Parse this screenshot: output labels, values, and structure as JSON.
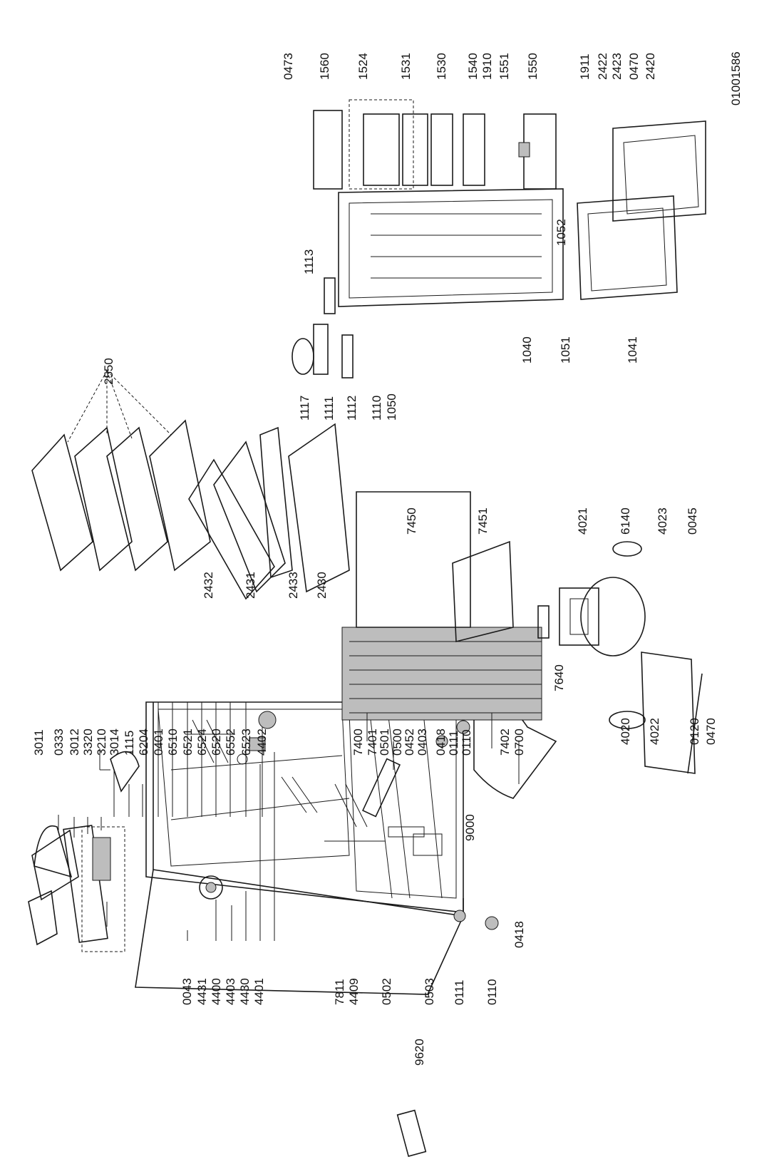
{
  "document_code": "01001586",
  "labels": [
    {
      "id": "l3011",
      "text": "3011"
    },
    {
      "id": "l0333",
      "text": "0333"
    },
    {
      "id": "l3012",
      "text": "3012"
    },
    {
      "id": "l3320",
      "text": "3320"
    },
    {
      "id": "l3210",
      "text": "3210"
    },
    {
      "id": "l3014",
      "text": "3014"
    },
    {
      "id": "l1115",
      "text": "1115"
    },
    {
      "id": "l6204",
      "text": "6204"
    },
    {
      "id": "l0401",
      "text": "0401"
    },
    {
      "id": "l6510",
      "text": "6510"
    },
    {
      "id": "l6521",
      "text": "6521"
    },
    {
      "id": "l6524",
      "text": "6524"
    },
    {
      "id": "l6520",
      "text": "6520"
    },
    {
      "id": "l6552",
      "text": "6552"
    },
    {
      "id": "l6523",
      "text": "6523"
    },
    {
      "id": "l4402",
      "text": "4402"
    },
    {
      "id": "l7400",
      "text": "7400"
    },
    {
      "id": "l7401",
      "text": "7401"
    },
    {
      "id": "l0501",
      "text": "0501"
    },
    {
      "id": "l0500",
      "text": "0500"
    },
    {
      "id": "l0452",
      "text": "0452"
    },
    {
      "id": "l0403",
      "text": "0403"
    },
    {
      "id": "l0418a",
      "text": "0418"
    },
    {
      "id": "l0111a",
      "text": "0111"
    },
    {
      "id": "l0110a",
      "text": "0110"
    },
    {
      "id": "l7402",
      "text": "7402"
    },
    {
      "id": "l0700",
      "text": "0700"
    },
    {
      "id": "l9000",
      "text": "9000"
    },
    {
      "id": "l0418b",
      "text": "0418"
    },
    {
      "id": "l0043",
      "text": "0043"
    },
    {
      "id": "l4431",
      "text": "4431"
    },
    {
      "id": "l4400",
      "text": "4400"
    },
    {
      "id": "l4403",
      "text": "4403"
    },
    {
      "id": "l4430",
      "text": "4430"
    },
    {
      "id": "l4401",
      "text": "4401"
    },
    {
      "id": "l7811",
      "text": "7811"
    },
    {
      "id": "l4409",
      "text": "4409"
    },
    {
      "id": "l0502",
      "text": "0502"
    },
    {
      "id": "l0503",
      "text": "0503"
    },
    {
      "id": "l0111b",
      "text": "0111"
    },
    {
      "id": "l0110b",
      "text": "0110"
    },
    {
      "id": "l9620",
      "text": "9620"
    },
    {
      "id": "l7450",
      "text": "7450"
    },
    {
      "id": "l7451",
      "text": "7451"
    },
    {
      "id": "l4021",
      "text": "4021"
    },
    {
      "id": "l6140",
      "text": "6140"
    },
    {
      "id": "l4023",
      "text": "4023"
    },
    {
      "id": "l0045",
      "text": "0045"
    },
    {
      "id": "l7640",
      "text": "7640"
    },
    {
      "id": "l4020",
      "text": "4020"
    },
    {
      "id": "l4022",
      "text": "4022"
    },
    {
      "id": "l0120",
      "text": "0120"
    },
    {
      "id": "l0470b",
      "text": "0470"
    },
    {
      "id": "l2550",
      "text": "2550"
    },
    {
      "id": "l2432",
      "text": "2432"
    },
    {
      "id": "l2431",
      "text": "2431"
    },
    {
      "id": "l2433",
      "text": "2433"
    },
    {
      "id": "l2430",
      "text": "2430"
    },
    {
      "id": "l1117",
      "text": "1117"
    },
    {
      "id": "l1111",
      "text": "1111"
    },
    {
      "id": "l1112",
      "text": "1112"
    },
    {
      "id": "l1110",
      "text": "1110"
    },
    {
      "id": "l1050",
      "text": "1050"
    },
    {
      "id": "l1113",
      "text": "1113"
    },
    {
      "id": "l1040",
      "text": "1040"
    },
    {
      "id": "l1051",
      "text": "1051"
    },
    {
      "id": "l1041",
      "text": "1041"
    },
    {
      "id": "l1052",
      "text": "1052"
    },
    {
      "id": "l0473",
      "text": "0473"
    },
    {
      "id": "l1560",
      "text": "1560"
    },
    {
      "id": "l1524",
      "text": "1524"
    },
    {
      "id": "l1531",
      "text": "1531"
    },
    {
      "id": "l1530",
      "text": "1530"
    },
    {
      "id": "l1540",
      "text": "1540"
    },
    {
      "id": "l1910",
      "text": "1910"
    },
    {
      "id": "l1551",
      "text": "1551"
    },
    {
      "id": "l1550",
      "text": "1550"
    },
    {
      "id": "l1911",
      "text": "1911"
    },
    {
      "id": "l2422",
      "text": "2422"
    },
    {
      "id": "l2423",
      "text": "2423"
    },
    {
      "id": "l0470a",
      "text": "0470"
    },
    {
      "id": "l2420",
      "text": "2420"
    }
  ]
}
